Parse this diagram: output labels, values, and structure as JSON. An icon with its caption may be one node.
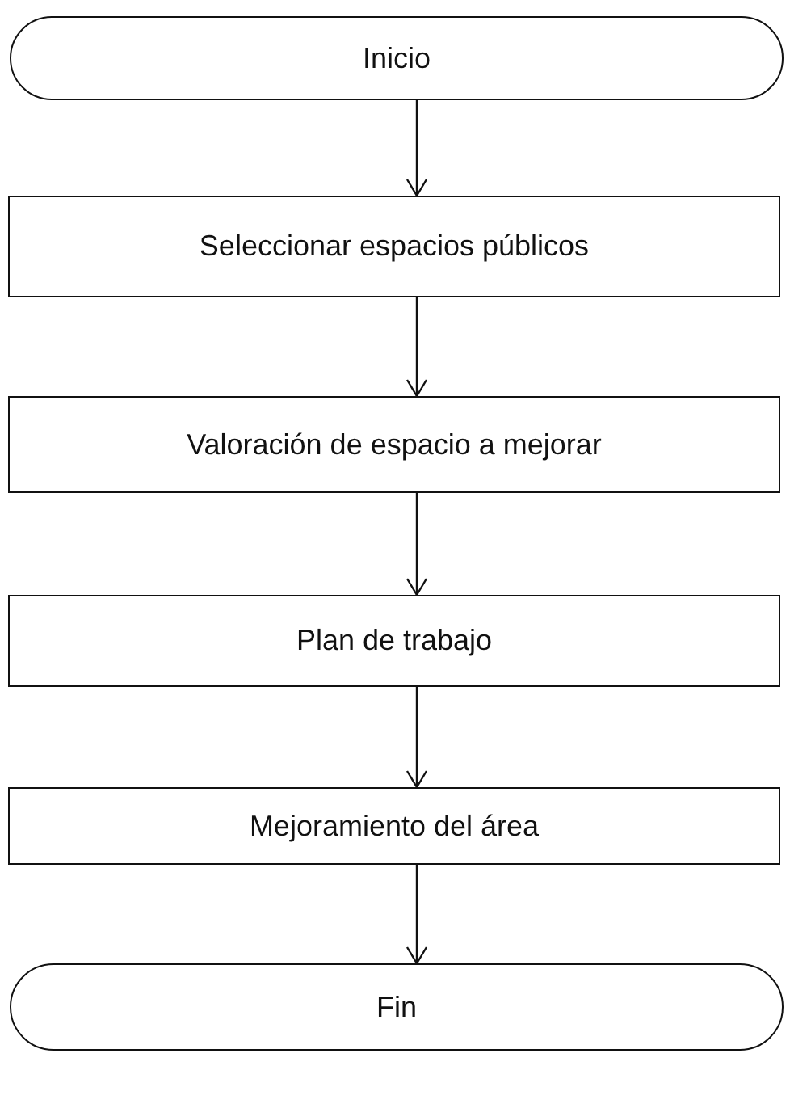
{
  "diagram": {
    "nodes": [
      {
        "text": [
          "Inicio"
        ]
      },
      {
        "text": [
          "Seleccionar espacios públicos"
        ]
      },
      {
        "text": [
          "Valoración de espacio a mejorar"
        ]
      },
      {
        "text": [
          "Plan de trabajo"
        ]
      },
      {
        "text": [
          "Mejoramiento del área"
        ]
      },
      {
        "text": [
          "Fin"
        ]
      }
    ],
    "edges": [
      {
        "from": 0,
        "to": 1,
        "arrow": "to"
      },
      {
        "from": 1,
        "to": 2,
        "arrow": "to"
      },
      {
        "from": 2,
        "to": 3,
        "arrow": "to"
      },
      {
        "from": 3,
        "to": 4,
        "arrow": "to"
      },
      {
        "from": 4,
        "to": 5,
        "arrow": "to"
      }
    ]
  }
}
